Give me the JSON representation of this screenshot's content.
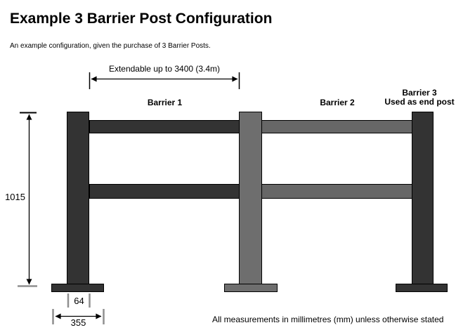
{
  "page": {
    "title": "Example 3 Barrier Post Configuration",
    "subtitle": "An example configuration, given the purchase of 3 Barrier Posts.",
    "footer_note": "All measurements in millimetres (mm) unless otherwise stated"
  },
  "diagram": {
    "labels": {
      "barrier1": "Barrier 1",
      "barrier2": "Barrier 2",
      "barrier3_line1": "Barrier 3",
      "barrier3_line2": "Used as end post"
    },
    "dimensions": {
      "extendable_label": "Extendable up to 3400 (3.4m)",
      "height_label": "1015",
      "post_width_label": "64",
      "base_width_label": "355"
    },
    "colors": {
      "post_dark": "#333333",
      "post_gray": "#6e6e6e",
      "rail_dark": "#333333",
      "rail_gray": "#676767",
      "tick_gray": "#8f8f8f",
      "line_black": "#000000"
    }
  }
}
